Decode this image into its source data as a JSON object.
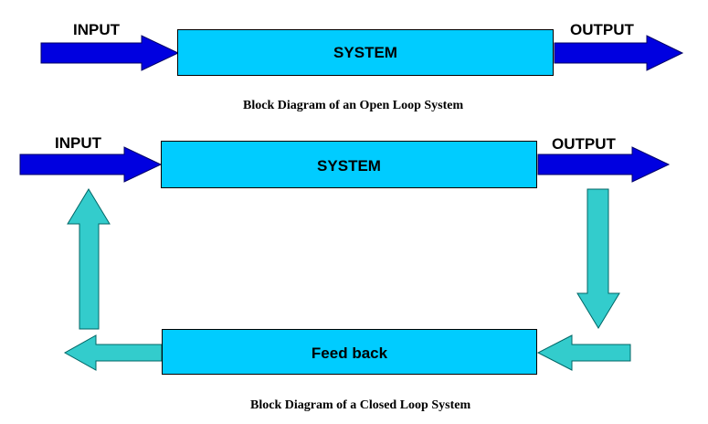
{
  "colors": {
    "block_fill": "#00ccff",
    "forward_arrow": "#0000e0",
    "feedback_arrow": "#33cccc",
    "outline": "#000000"
  },
  "open_loop": {
    "input_label": "INPUT",
    "output_label": "OUTPUT",
    "system_label": "SYSTEM",
    "caption": "Block Diagram of an Open Loop System"
  },
  "closed_loop": {
    "input_label": "INPUT",
    "output_label": "OUTPUT",
    "system_label": "SYSTEM",
    "feedback_label": "Feed back",
    "caption": "Block Diagram of a Closed Loop System"
  }
}
